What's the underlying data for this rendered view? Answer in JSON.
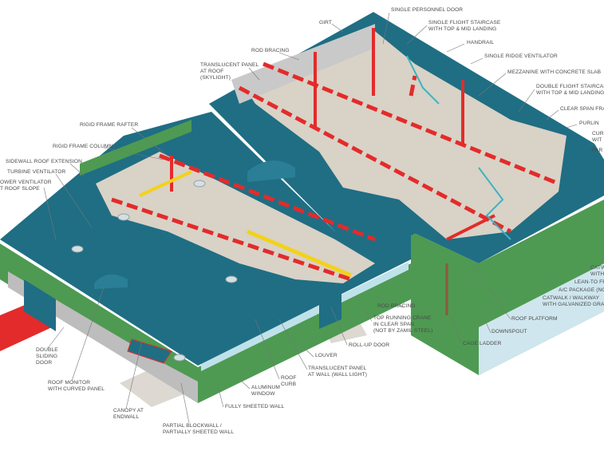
{
  "title_labels": {
    "single_personnel_door": "SINGLE PERSONNEL DOOR",
    "girt": "GIRT",
    "single_flight_staircase": "SINGLE FLIGHT STAIRCASE\nWITH TOP & MID LANDING",
    "handrail": "HANDRAIL",
    "rod_bracing_top": "ROD BRACING",
    "single_ridge_ventilator": "SINGLE RIDGE VENTILATOR",
    "translucent_panel_roof": "TRANSLUCENT PANEL\nAT ROOF\n(SKYLIGHT)",
    "mezzanine": "MEZZANINE WITH CONCRETE SLAB",
    "double_flight_staircase": "DOUBLE FLIGHT STAIRCASE\nWITH TOP & MID LANDING",
    "clear_span_frame": "CLEAR SPAN FRAM",
    "purlin": "PURLIN",
    "curved_partial": "CUR\nWIT",
    "par_partial": "PAR",
    "rigid_frame_rafter": "RIGID FRAME RAFTER",
    "rigid_frame_column": "RIGID FRAME COLUMN",
    "sidewall_roof_extension": "SIDEWALL ROOF EXTENSION",
    "turbine_ventilator": "TURBINE VENTILATOR",
    "power_ventilator": "OWER VENTILATOR\nT ROOF SLOPE",
    "catwalk_partial": "CATW\nWITH",
    "lean_to_frame": "LEAN-TO FRA",
    "ac_package": "A/C PACKAGE (NOT",
    "catwalk_walkway": "CATWALK / WALKWAY\nWITH GALVANIZED GRATIN",
    "rod_bracing_bottom": "ROD BRACING",
    "top_running_crane": "TOP RUNNING CRANE\nIN CLEAR SPAN\n(NOT BY ZAMIL STEEL)",
    "roof_platform": "ROOF PLATFORM",
    "downspout": "DOWNSPOUT",
    "cage_ladder": "CAGE LADDER",
    "roll_up_door": "ROLL-UP DOOR",
    "louver": "LOUVER",
    "translucent_panel_wall": "TRANSLUCENT PANEL\nAT WALL (WALL LIGHT)",
    "double_sliding_door": "DOUBLE\nSLIDING\nDOOR",
    "roof_curb": "ROOF\nCURB",
    "aluminum_window": "ALUMINUM\nWINDOW",
    "roof_monitor": "ROOF MONITOR\nWITH CURVED PANEL",
    "fully_sheeted_wall": "FULLY SHEETED WALL",
    "canopy_endwall": "CANOPY AT\nENDWALL",
    "partial_blockwall": "PARTIAL BLOCKWALL /\nPARTIALLY SHEETED WALL"
  },
  "colors": {
    "roof": "#1f6e84",
    "wall": "#4e9a52",
    "steel": "#e32b2b",
    "crane": "#f2d21b",
    "floor": "#d9d2c6",
    "label": "#4a4a4a"
  }
}
